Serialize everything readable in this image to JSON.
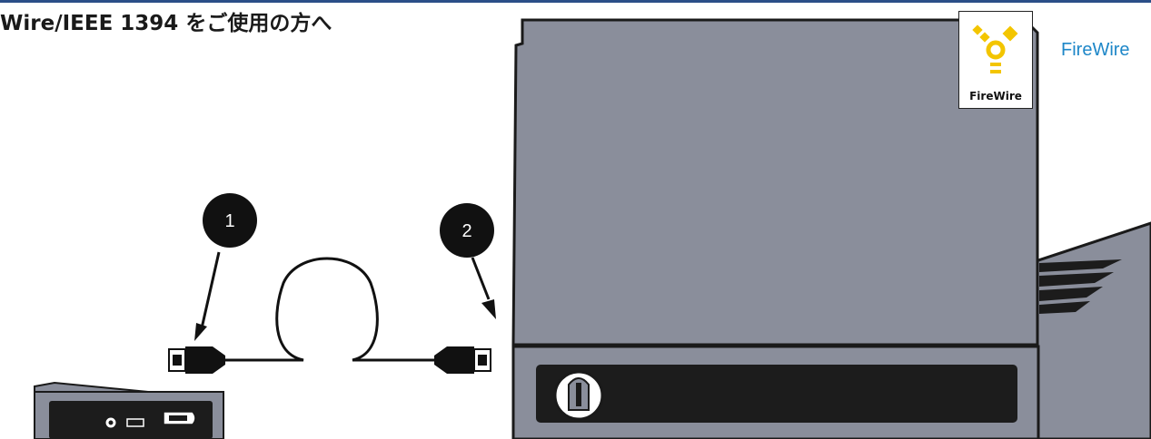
{
  "page": {
    "title": "Wire/IEEE 1394 をご使用の方へ",
    "brand_label": "FireWire"
  },
  "logo": {
    "text": "FireWire",
    "icon": "firewire-logo-icon",
    "colors": {
      "yellow": "#f3c500",
      "text": "#111111"
    }
  },
  "callouts": [
    {
      "number": "1"
    },
    {
      "number": "2"
    }
  ],
  "colors": {
    "accent_rule": "#2b4f88",
    "brand_text": "#1e87c8",
    "drive_gray": "#8a8e9b",
    "panel_dark": "#1c1c1c"
  }
}
